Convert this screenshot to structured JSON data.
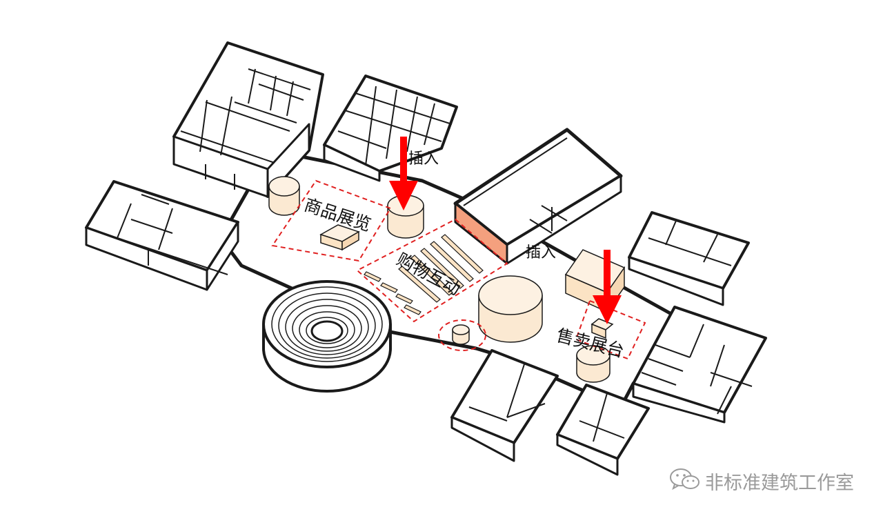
{
  "zones": [
    {
      "id": "display",
      "label": "商品展览"
    },
    {
      "id": "interaction",
      "label": "购物互动"
    },
    {
      "id": "sales",
      "label": "售卖展台"
    }
  ],
  "annotations": {
    "insert_1": "插入",
    "insert_2": "插入"
  },
  "watermark": {
    "text": "非标准建筑工作室",
    "icon": "wechat-icon"
  },
  "colors": {
    "arrow": "#ff0000",
    "zone_outline": "#e02020",
    "cylinder_fill": "#fbe9d2",
    "box_fill": "#fbe3c4",
    "accent_face": "#f4a07e",
    "wall": "#1a1a1a"
  }
}
